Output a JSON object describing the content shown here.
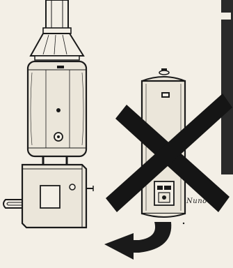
{
  "illustration": {
    "signature": "Nuno",
    "ink_color": "#1a1a1a",
    "paper_color": "#f3efe6",
    "icons": [
      "old-water-heater-tank",
      "flue-pipe",
      "boiler-box",
      "new-water-heater",
      "cross-mark",
      "curved-arrow"
    ]
  }
}
